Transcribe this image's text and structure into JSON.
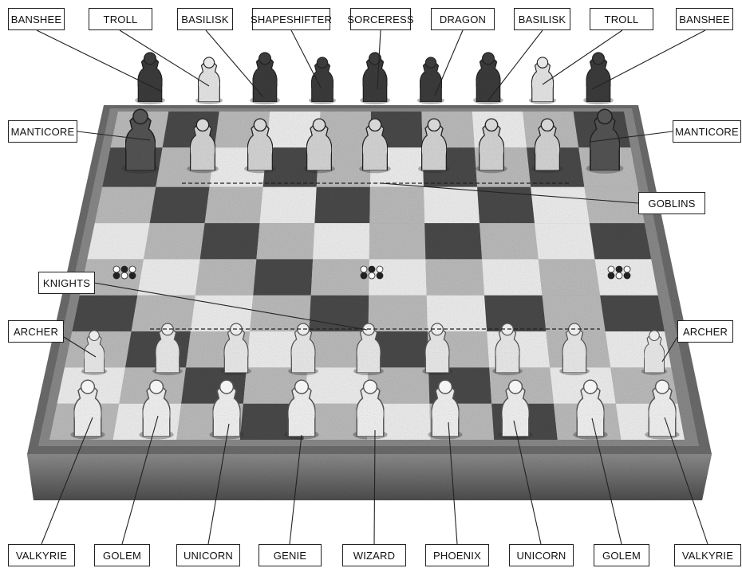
{
  "top_labels": [
    "BANSHEE",
    "TROLL",
    "BASILISK",
    "SHAPESHIFTER",
    "SORCERESS",
    "DRAGON",
    "BASILISK",
    "TROLL",
    "BANSHEE"
  ],
  "bottom_labels": [
    "VALKYRIE",
    "GOLEM",
    "UNICORN",
    "GENIE",
    "WIZARD",
    "PHOENIX",
    "UNICORN",
    "GOLEM",
    "VALKYRIE"
  ],
  "side_labels": {
    "manticore_left": "MANTICORE",
    "manticore_right": "MANTICORE",
    "goblins": "GOBLINS",
    "knights": "KNIGHTS",
    "archer_left": "ARCHER",
    "archer_right": "ARCHER"
  },
  "colors": {
    "dark_square": "#4a4a4a",
    "light_square": "#f0f0f0",
    "mid_square": "#bdbdbd",
    "frame": "#7a7a7a",
    "dark_piece": "#3c3c3c",
    "light_piece": "#f4f4f4"
  }
}
